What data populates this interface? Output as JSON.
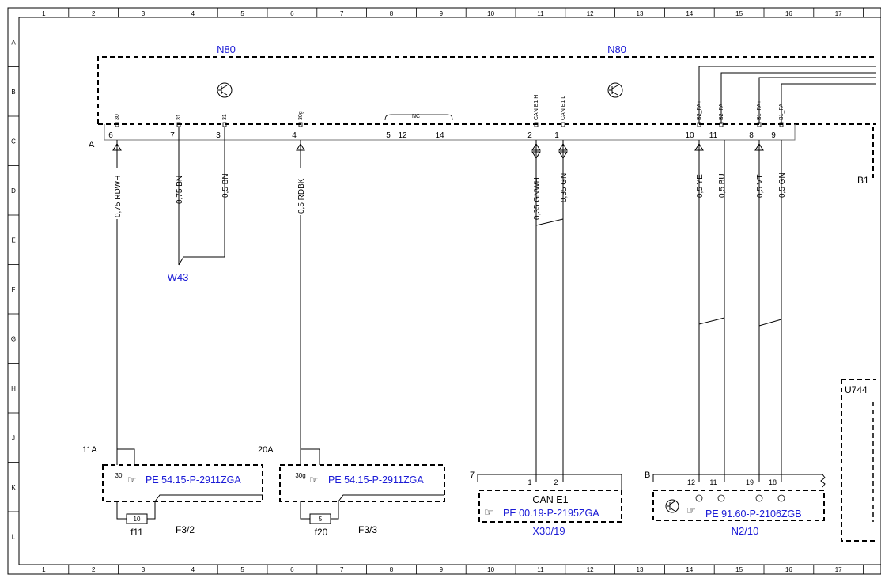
{
  "frame": {
    "columns": [
      "1",
      "2",
      "3",
      "4",
      "5",
      "6",
      "7",
      "8",
      "9",
      "10",
      "11",
      "12",
      "13",
      "14",
      "15",
      "16",
      "17"
    ],
    "rows": [
      "A",
      "B",
      "C",
      "D",
      "E",
      "F",
      "G",
      "H",
      "J",
      "K",
      "L"
    ]
  },
  "modules": {
    "n80_left": "N80",
    "n80_right": "N80",
    "w43": "W43",
    "u744": "U744",
    "b1": "B1",
    "x30_19": "X30/19",
    "n2_10": "N2/10",
    "f3_2": "F3/2",
    "f3_3": "F3/3",
    "f11": "f11",
    "f20": "f20"
  },
  "connector_labels": {
    "A": "A",
    "B": "B",
    "c11A": "11A",
    "c20A": "20A",
    "c7": "7",
    "nc": "NC"
  },
  "n80_pins": [
    {
      "name": "30",
      "num": "6"
    },
    {
      "name": "31",
      "num": "7"
    },
    {
      "name": "31",
      "num": "3"
    },
    {
      "name": "30g",
      "num": "4"
    },
    {
      "name": "CAN E1 H",
      "num": "2"
    },
    {
      "name": "CAN E1 L",
      "num": "1"
    },
    {
      "name": "B2_FA+",
      "num": "10"
    },
    {
      "name": "B2_FA-",
      "num": "11"
    },
    {
      "name": "B1_FA+",
      "num": "8"
    },
    {
      "name": "B1_FA-",
      "num": "9"
    }
  ],
  "nc_pins": [
    "5",
    "12",
    "14"
  ],
  "wires": [
    {
      "label": "0,75 RDWH"
    },
    {
      "label": "0,75 BN"
    },
    {
      "label": "0,5 BN"
    },
    {
      "label": "0,5 RDBK"
    },
    {
      "label": "0,35 GNWH"
    },
    {
      "label": "0,35 GN"
    },
    {
      "label": "0,5 YE"
    },
    {
      "label": "0,5 BU"
    },
    {
      "label": "0,5 VT"
    },
    {
      "label": "0,5 GN"
    }
  ],
  "fuse_boxes": [
    {
      "ref": "PE 54.15-P-2911ZGA",
      "pin": "30",
      "fuse": "10"
    },
    {
      "ref": "PE 54.15-P-2911ZGA",
      "pin": "30g",
      "fuse": "5"
    }
  ],
  "can_box": {
    "title": "CAN E1",
    "ref": "PE 00.19-P-2195ZGA",
    "pins": [
      "1",
      "2"
    ]
  },
  "n2_box": {
    "ref": "PE 91.60-P-2106ZGB",
    "pins": [
      "12",
      "11",
      "19",
      "18"
    ]
  }
}
